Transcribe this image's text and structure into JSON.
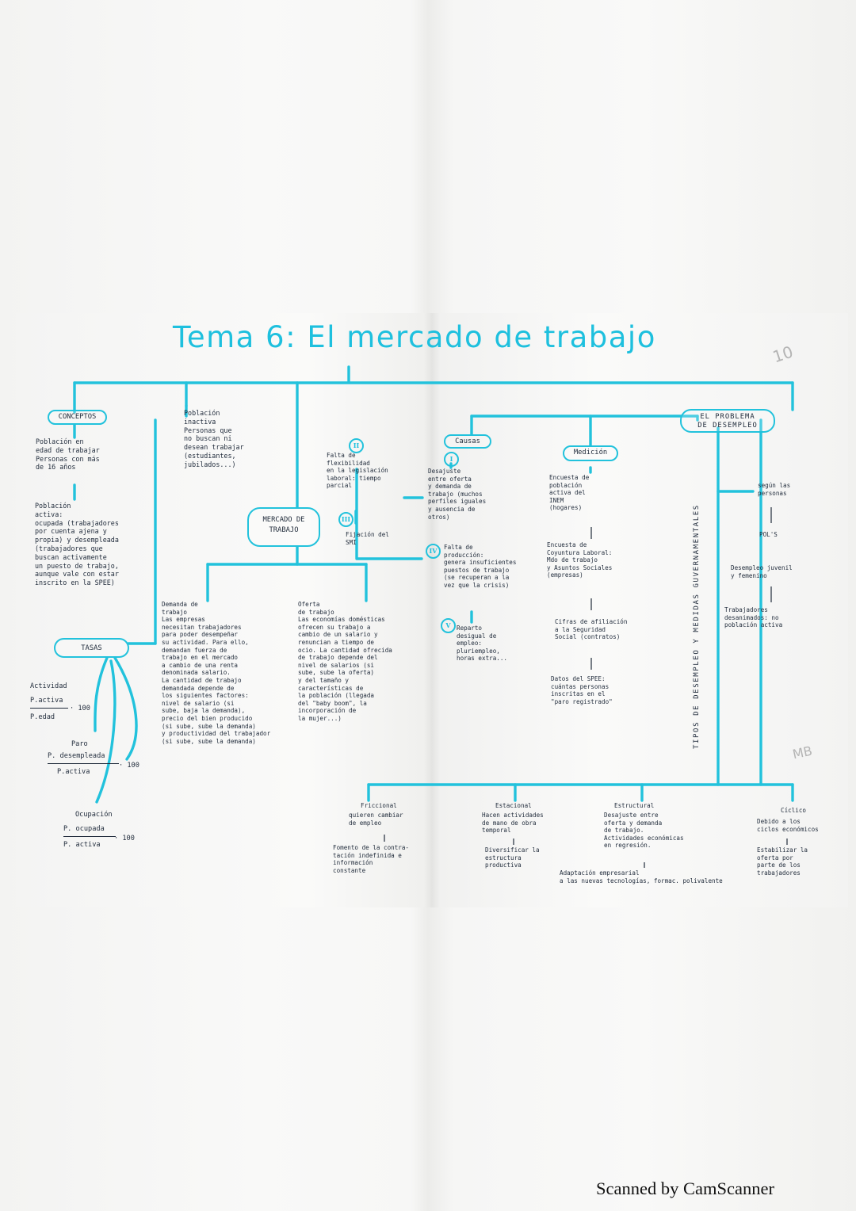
{
  "title": "Tema 6: El mercado de trabajo",
  "footer": "Scanned by CamScanner",
  "center_node": "MERCADO DE\nTRABAJO",
  "corner_marks": [
    "10",
    "MB"
  ],
  "conceptos": {
    "label": "CONCEPTOS",
    "poblacion_edad": "Población en\nedad de trabajar\nPersonas con más\nde 16 años",
    "poblacion_activa": "Población\nactiva:\nocupada (trabajadores\npor cuenta ajena y\npropia) y desempleada\n(trabajadores que\nbuscan activamente\nun puesto de trabajo,\naunque vale con estar\ninscrito en la SPEE)",
    "poblacion_inactiva": "Población\ninactiva\nPersonas que\nno buscan ni\ndesean trabajar\n(estudiantes,\njubilados...)"
  },
  "tasas": {
    "label": "TASAS",
    "items": [
      {
        "name": "Actividad",
        "numerator": "P.activa",
        "denominator": "P.edad",
        "factor": "· 100"
      },
      {
        "name": "Paro",
        "numerator": "P. desempleada",
        "denominator": "P.activa",
        "factor": "· 100"
      },
      {
        "name": "Ocupación",
        "numerator": "P. ocupada",
        "denominator": "P. activa",
        "factor": "· 100"
      }
    ]
  },
  "demanda": "Demanda de\ntrabajo\nLas empresas\nnecesitan trabajadores\npara poder desempeñar\nsu actividad. Para ello,\ndemandan fuerza de\ntrabajo en el mercado\na cambio de una renta\ndenominada salario.\nLa cantidad de trabajo\ndemandada depende de\nlos siguientes factores:\nnivel de salario (si\nsube, baja la demanda),\nprecio del bien producido\n(si sube, sube la demanda)\ny productividad del trabajador\n(si sube, sube la demanda)",
  "oferta": "Oferta\nde trabajo\nLas economías domésticas\nofrecen su trabajo a\ncambio de un salario y\nrenuncian a tiempo de\nocio. La cantidad ofrecida\nde trabajo depende del\nnivel de salarios (si\nsube, sube la oferta)\ny del tamaño y\ncaracterísticas de\nla población (llegada\ndel \"baby boom\", la\nincorporación de\nla mujer...)",
  "causas": {
    "label": "Causas",
    "items": [
      {
        "numeral": "I",
        "text": "Desajuste\nentre oferta\ny demanda de\ntrabajo (muchos\nperfiles iguales\ny ausencia de\notros)"
      },
      {
        "numeral": "II",
        "text": "Falta de\nflexibilidad\nen la legislación\nlaboral: tiempo\nparcial"
      },
      {
        "numeral": "III",
        "text": "Fijación del\nSMI"
      },
      {
        "numeral": "IV",
        "text": "Falta de\nproducción:\ngenera insuficientes\npuestos de trabajo\n(se recuperan a la\nvez que la crisis)"
      },
      {
        "numeral": "V",
        "text": "Reparto\ndesigual de\nempleo:\npluriempleo,\nhoras extra..."
      }
    ]
  },
  "medicion": {
    "label": "Medición",
    "items": [
      "Encuesta de\npoblación\nactiva del\nINEM\n(hogares)",
      "Encuesta de\nCoyuntura Laboral:\nMdo de trabajo\ny Asuntos Sociales\n(empresas)",
      "Cifras de afiliación\na la Seguridad\nSocial (contratos)",
      "Datos del SPEE:\ncuántas personas\ninscritas en el\n\"paro registrado\""
    ]
  },
  "problema": {
    "label": "EL PROBLEMA\nDE DESEMPLEO",
    "vertical": "TIPOS DE DESEMPLEO Y MEDIDAS GUVERNAMENTALES",
    "segun": "según las\npersonas",
    "pols": "POL'S",
    "juvenil": "Desempleo juvenil\ny femenino",
    "desanimados": "Trabajadores\ndesanimados: no\npoblación activa"
  },
  "tipos": [
    {
      "name": "Friccional",
      "text": "quieren cambiar\nde empleo",
      "medida": "Fomento de la contra-\ntación indefinida e\ninformación\nconstante"
    },
    {
      "name": "Estacional",
      "text": "Hacen actividades\nde mano de obra\ntemporal",
      "medida": "Diversificar la\nestructura\nproductiva"
    },
    {
      "name": "Estructural",
      "text": "Desajuste entre\noferta y demanda\nde trabajo.\nActividades económicas\nen regresión.",
      "medida": "Adaptación empresarial\na las nuevas tecnologías, formac. polivalente"
    },
    {
      "name": "Cíclico",
      "text": "Debido a los\nciclos económicos",
      "medida": "Estabilizar la\noferta por\nparte de los\ntrabajadores"
    }
  ]
}
